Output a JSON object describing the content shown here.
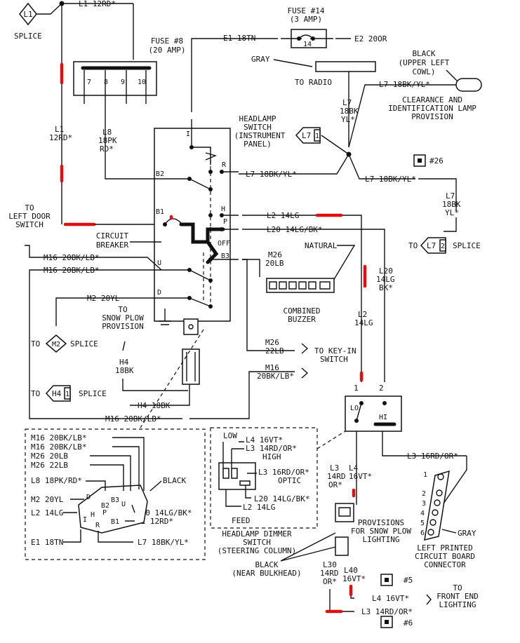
{
  "splices": {
    "l1_badge": "L1",
    "splice_word": "SPLICE",
    "l7_badge_a": "L7",
    "l7_badge_a_num": "1",
    "l7_badge_b": "L7",
    "l7_badge_b_num": "2",
    "to_prefix": "TO",
    "m2_badge": "M2",
    "h4_badge": "H4",
    "h4_badge_num": "1"
  },
  "fuses": {
    "fuse8_title": "FUSE #8",
    "fuse8_amp": "(20 AMP)",
    "fuse8_pins": [
      "7",
      "8",
      "9",
      "10"
    ],
    "fuse14_title": "FUSE #14",
    "fuse14_amp": "(3 AMP)",
    "fuse14_num": "14"
  },
  "wires": {
    "l1_top": "L1 12RD*",
    "e1": "E1 18TN",
    "e2": "E2 20OR",
    "l1_vert_a": "L1",
    "l1_vert_b": "12RD*",
    "l8_a": "L8",
    "l8_b": "18PK",
    "l8_c": "RD*",
    "l7_a": "L7",
    "l7_b": "18BK",
    "l7_c": "YL*",
    "l7_right_a": "L7",
    "l7_right_b": "18BK",
    "l7_right_c": "YL*",
    "l7_18bkyl_b2": "L7 18BK/YL*",
    "l7_18bkyl_mid": "L7 18BK/YL*",
    "l7_top_right": "L7 18BK/YL*",
    "l2_14lg": "L2 14LG",
    "l20_14lgbk": "L20 14LG/BK*",
    "m26_a": "M26",
    "m26_b": "20LB",
    "m16_20bklb_a": "M16 20BK/LB*",
    "m16_20bklb_b": "M16 20BK/LB*",
    "m2_20yl": "M2 20YL",
    "l2_vert_a": "L2",
    "l2_vert_b": "14LG",
    "l20_vert_a": "L20",
    "l20_vert_b": "14LG",
    "l20_vert_c": "BK*",
    "h4_a": "H4",
    "h4_b": "18BK",
    "h4_18bk": "H4 18BK",
    "m16_bottom": "M16 20BK/LB*",
    "m26_22lb": "M26",
    "m26_22lb_b": "22LB",
    "m16_keyin_a": "M16",
    "m16_keyin_b": "20BK/LB*",
    "l3_16rdor": "L3 16RD/OR*",
    "l3_a": "L3",
    "l3_b": "14RD",
    "l3_c": "OR*",
    "l4_a": "L4",
    "l4_b": "16VT*",
    "l30_a": "L30",
    "l30_b": "14RD",
    "l30_c": "OR*",
    "l40_a": "L40",
    "l40_b": "16VT*",
    "l4_front": "L4 16VT*",
    "l3_front": "L3 14RD/OR*"
  },
  "labels": {
    "to_radio": "TO RADIO",
    "gray": "GRAY",
    "black_cowl": [
      "BLACK",
      "(UPPER LEFT",
      "COWL)"
    ],
    "clearance": [
      "CLEARANCE AND",
      "IDENTIFICATION LAMP",
      "PROVISION"
    ],
    "headlamp_switch": [
      "HEADLAMP",
      "SWITCH",
      "(INSTRUMENT",
      "PANEL)"
    ],
    "conn26": "#26",
    "to_left_door": [
      "TO",
      "LEFT DOOR",
      "SWITCH"
    ],
    "circuit_breaker": [
      "CIRCUIT",
      "BREAKER"
    ],
    "natural": "NATURAL",
    "combined_buzzer": [
      "COMBINED",
      "BUZZER"
    ],
    "to_snow_plow": [
      "TO",
      "SNOW PLOW",
      "PROVISION"
    ],
    "to_m2": "TO",
    "to_h4": "TO",
    "key_in": [
      "TO KEY-IN",
      "SWITCH"
    ],
    "switch_terms": {
      "i": "I",
      "r": "R",
      "b2": "B2",
      "b1": "B1",
      "h": "H",
      "p": "P",
      "off": "OFF",
      "b3": "B3",
      "u": "U",
      "d": "D"
    },
    "dimmer_pins": {
      "one": "1",
      "two": "2",
      "lo": "LO",
      "hi": "HI"
    },
    "conn5": "#5",
    "conn6": "#6",
    "front_end": [
      "TO",
      "FRONT END",
      "LIGHTING"
    ],
    "snow_plow_lighting": [
      "PROVISIONS",
      "FOR SNOW PLOW",
      "LIGHTING"
    ],
    "black_bulkhead": [
      "BLACK",
      "(NEAR BULKHEAD)"
    ],
    "left_pcb": [
      "LEFT PRINTED",
      "CIRCUIT BOARD",
      "CONNECTOR"
    ],
    "pcb_pins": [
      "1",
      "2",
      "3",
      "4",
      "5",
      "6"
    ],
    "gray_pcb": "GRAY",
    "inset_left": [
      "M16 20BK/LB*",
      "M16 20BK/LB*",
      "M26 20LB",
      "M26 22LB",
      "L8 18PK/RD*",
      "M2 20YL",
      "L2 14LG",
      "E1 18TN"
    ],
    "inset_left_right": [
      "BLACK",
      "L20 14LG/BK*",
      "L1 12RD*",
      "L7 18BK/YL*"
    ],
    "inset_mid": [
      "LOW",
      "L4 16VT*",
      "L3 14RD/OR*",
      "HIGH",
      "L3 16RD/OR*",
      "OPTIC",
      "L20 14LG/BK*",
      "L2 14LG",
      "FEED"
    ],
    "dimmer_title": [
      "HEADLAMP DIMMER",
      "SWITCH",
      "(STEERING COLUMN)"
    ],
    "inset_terms": [
      "D",
      "B2",
      "B3",
      "U",
      "H",
      "P",
      "R",
      "B1",
      "I"
    ]
  }
}
